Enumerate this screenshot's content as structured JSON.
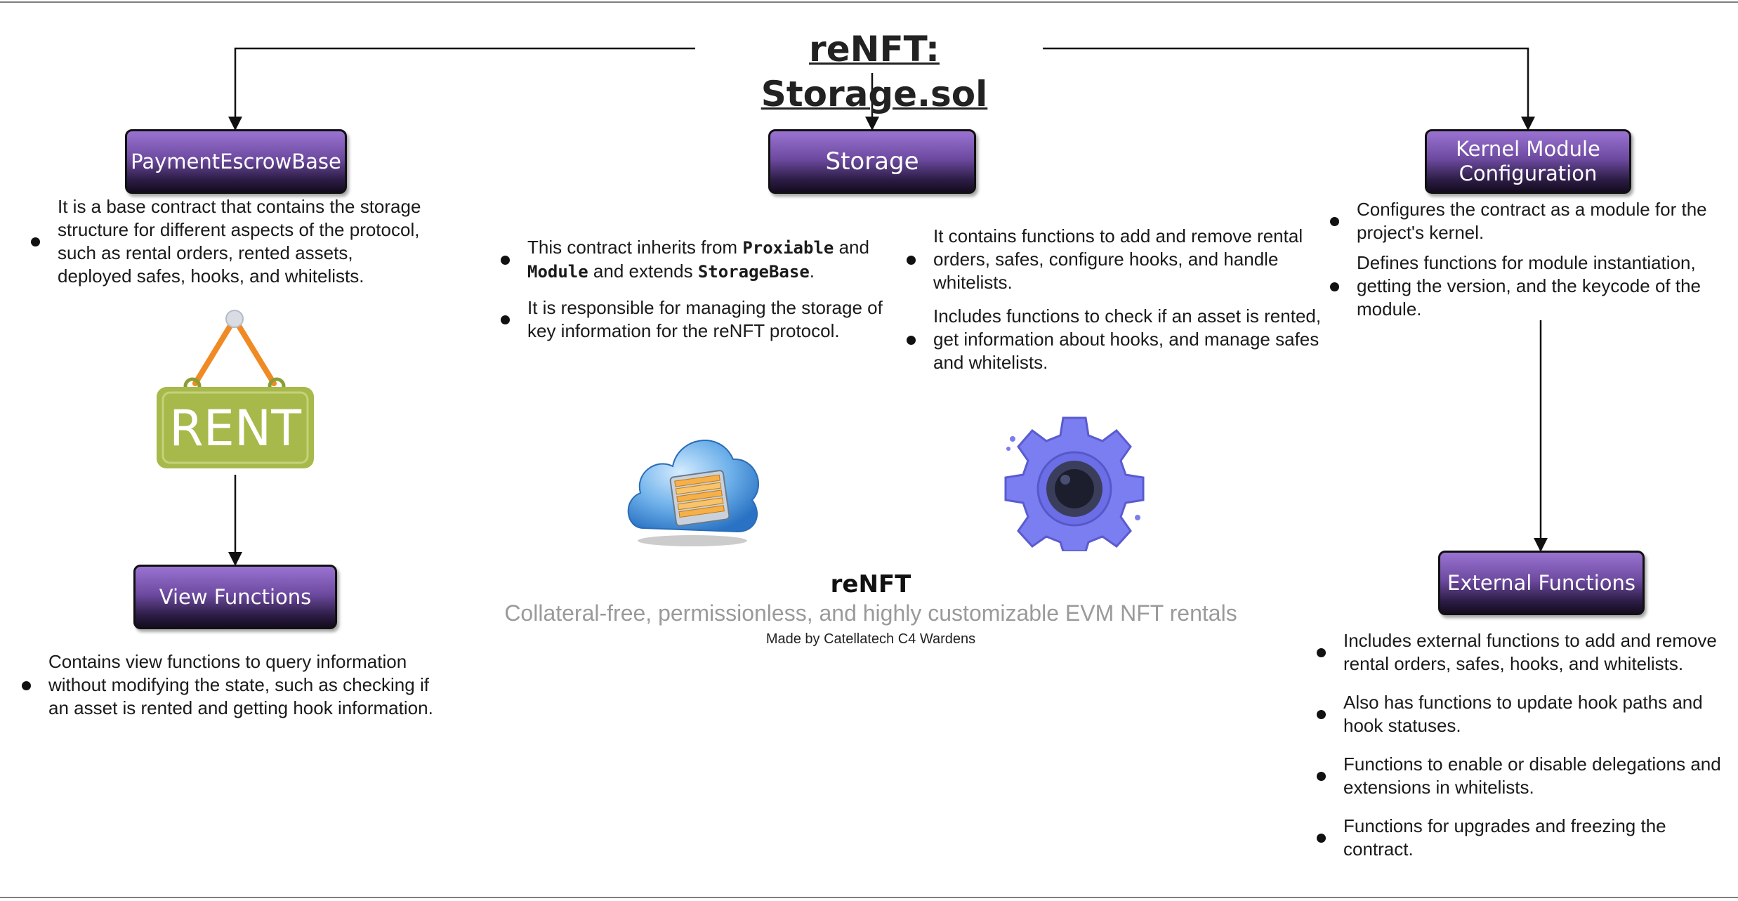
{
  "title": "reNFT: Storage.sol",
  "colors": {
    "box_top": "#9a73d2",
    "box_bottom": "#140c20",
    "subtitle_gray": "#9a9a9a"
  },
  "nodes": {
    "payment_escrow_base": {
      "label": "PaymentEscrowBase",
      "bullets": [
        "It is a base contract that contains the storage structure for different aspects of the protocol, such as rental orders, rented assets, deployed safes, hooks, and whitelists."
      ]
    },
    "view_functions": {
      "label": "View Functions",
      "bullets": [
        "Contains view functions to query information without modifying the state, such as checking if an asset is rented and getting hook information."
      ]
    },
    "storage": {
      "label": "Storage",
      "bullets_left": [
        {
          "parts": [
            {
              "t": "This contract inherits from "
            },
            {
              "t": "Proxiable",
              "code": true
            },
            {
              "t": " and "
            },
            {
              "t": "Module",
              "code": true
            },
            {
              "t": " and extends "
            },
            {
              "t": "StorageBase",
              "code": true
            },
            {
              "t": "."
            }
          ]
        },
        {
          "parts": [
            {
              "t": "It is responsible for managing the storage of key information for the reNFT protocol."
            }
          ]
        }
      ],
      "bullets_right": [
        "It contains functions to add and remove rental orders, safes, configure hooks, and handle whitelists.",
        "Includes functions to check if an asset is rented, get information about hooks, and manage safes and whitelists."
      ]
    },
    "kernel_module": {
      "label_line1": "Kernel Module",
      "label_line2": "Configuration",
      "bullets": [
        "Configures the contract as a module for the project's kernel.",
        "Defines functions for module instantiation, getting the version, and the keycode of the module."
      ]
    },
    "external_functions": {
      "label": "External Functions",
      "bullets": [
        "Includes external functions to add and remove rental orders, safes, hooks, and whitelists.",
        "Also has functions to update hook paths and hook statuses.",
        "Functions to enable or disable delegations and extensions in whitelists.",
        "Functions for upgrades and freezing the contract."
      ]
    }
  },
  "rent_sign": {
    "text": "RENT"
  },
  "icons": [
    "rent-sign-icon",
    "cloud-storage-icon",
    "gear-icon"
  ],
  "footer": {
    "name": "reNFT",
    "tagline": "Collateral-free, permissionless, and highly customizable EVM NFT rentals",
    "credit": "Made by Catellatech C4 Wardens"
  }
}
